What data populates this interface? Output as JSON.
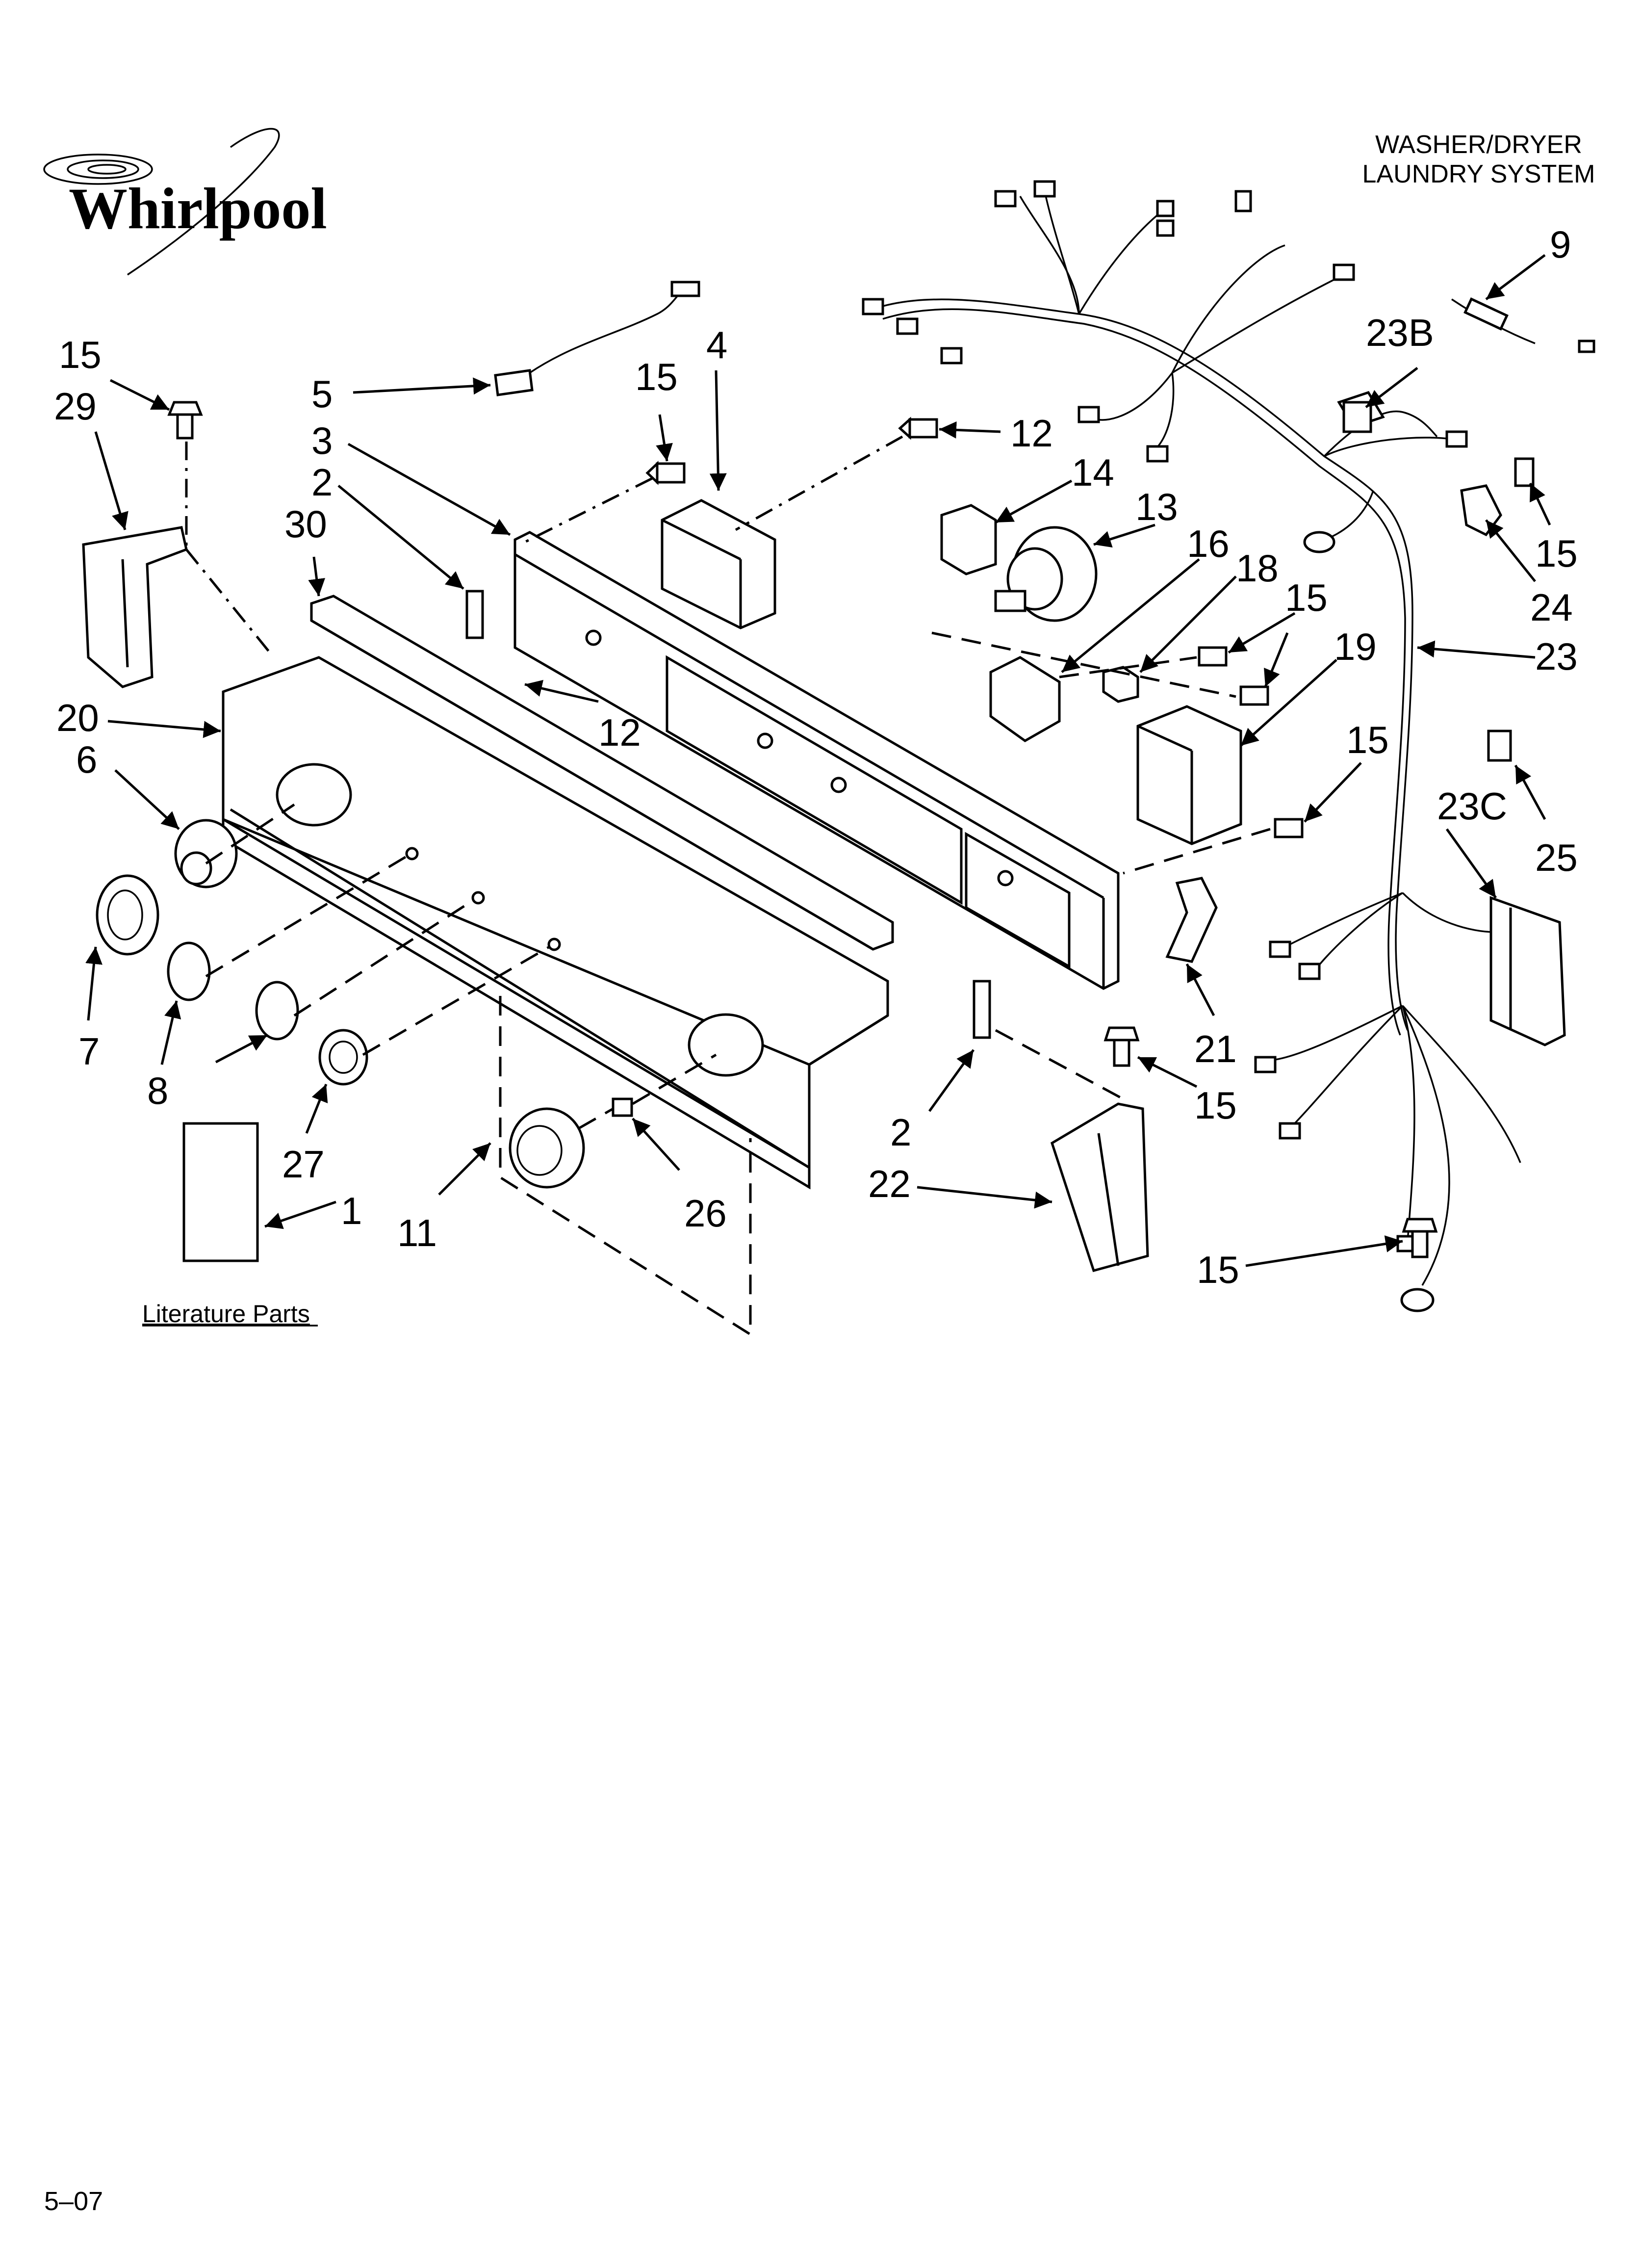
{
  "header": {
    "brand": "Whirlpool",
    "system_line1": "WASHER/DRYER",
    "system_line2": "LAUNDRY SYSTEM"
  },
  "literature_label": "Literature Parts",
  "footer_code": "5–07",
  "callouts": [
    {
      "id": "c-15a",
      "text": "15"
    },
    {
      "id": "c-29",
      "text": "29"
    },
    {
      "id": "c-5",
      "text": "5"
    },
    {
      "id": "c-3",
      "text": "3"
    },
    {
      "id": "c-2a",
      "text": "2"
    },
    {
      "id": "c-30",
      "text": "30"
    },
    {
      "id": "c-15b",
      "text": "15"
    },
    {
      "id": "c-4",
      "text": "4"
    },
    {
      "id": "c-12a",
      "text": "12"
    },
    {
      "id": "c-14",
      "text": "14"
    },
    {
      "id": "c-13",
      "text": "13"
    },
    {
      "id": "c-16",
      "text": "16"
    },
    {
      "id": "c-18",
      "text": "18"
    },
    {
      "id": "c-15c",
      "text": "15"
    },
    {
      "id": "c-19",
      "text": "19"
    },
    {
      "id": "c-9",
      "text": "9"
    },
    {
      "id": "c-23b",
      "text": "23B"
    },
    {
      "id": "c-15d",
      "text": "15"
    },
    {
      "id": "c-24",
      "text": "24"
    },
    {
      "id": "c-23",
      "text": "23"
    },
    {
      "id": "c-15e",
      "text": "15"
    },
    {
      "id": "c-23c",
      "text": "23C"
    },
    {
      "id": "c-25",
      "text": "25"
    },
    {
      "id": "c-20",
      "text": "20"
    },
    {
      "id": "c-6",
      "text": "6"
    },
    {
      "id": "c-12b",
      "text": "12"
    },
    {
      "id": "c-7",
      "text": "7"
    },
    {
      "id": "c-8",
      "text": "8"
    },
    {
      "id": "c-27",
      "text": "27"
    },
    {
      "id": "c-1",
      "text": "1"
    },
    {
      "id": "c-11",
      "text": "11"
    },
    {
      "id": "c-26",
      "text": "26"
    },
    {
      "id": "c-2b",
      "text": "2"
    },
    {
      "id": "c-22",
      "text": "22"
    },
    {
      "id": "c-21",
      "text": "21"
    },
    {
      "id": "c-15f",
      "text": "15"
    },
    {
      "id": "c-15g",
      "text": "15"
    }
  ]
}
